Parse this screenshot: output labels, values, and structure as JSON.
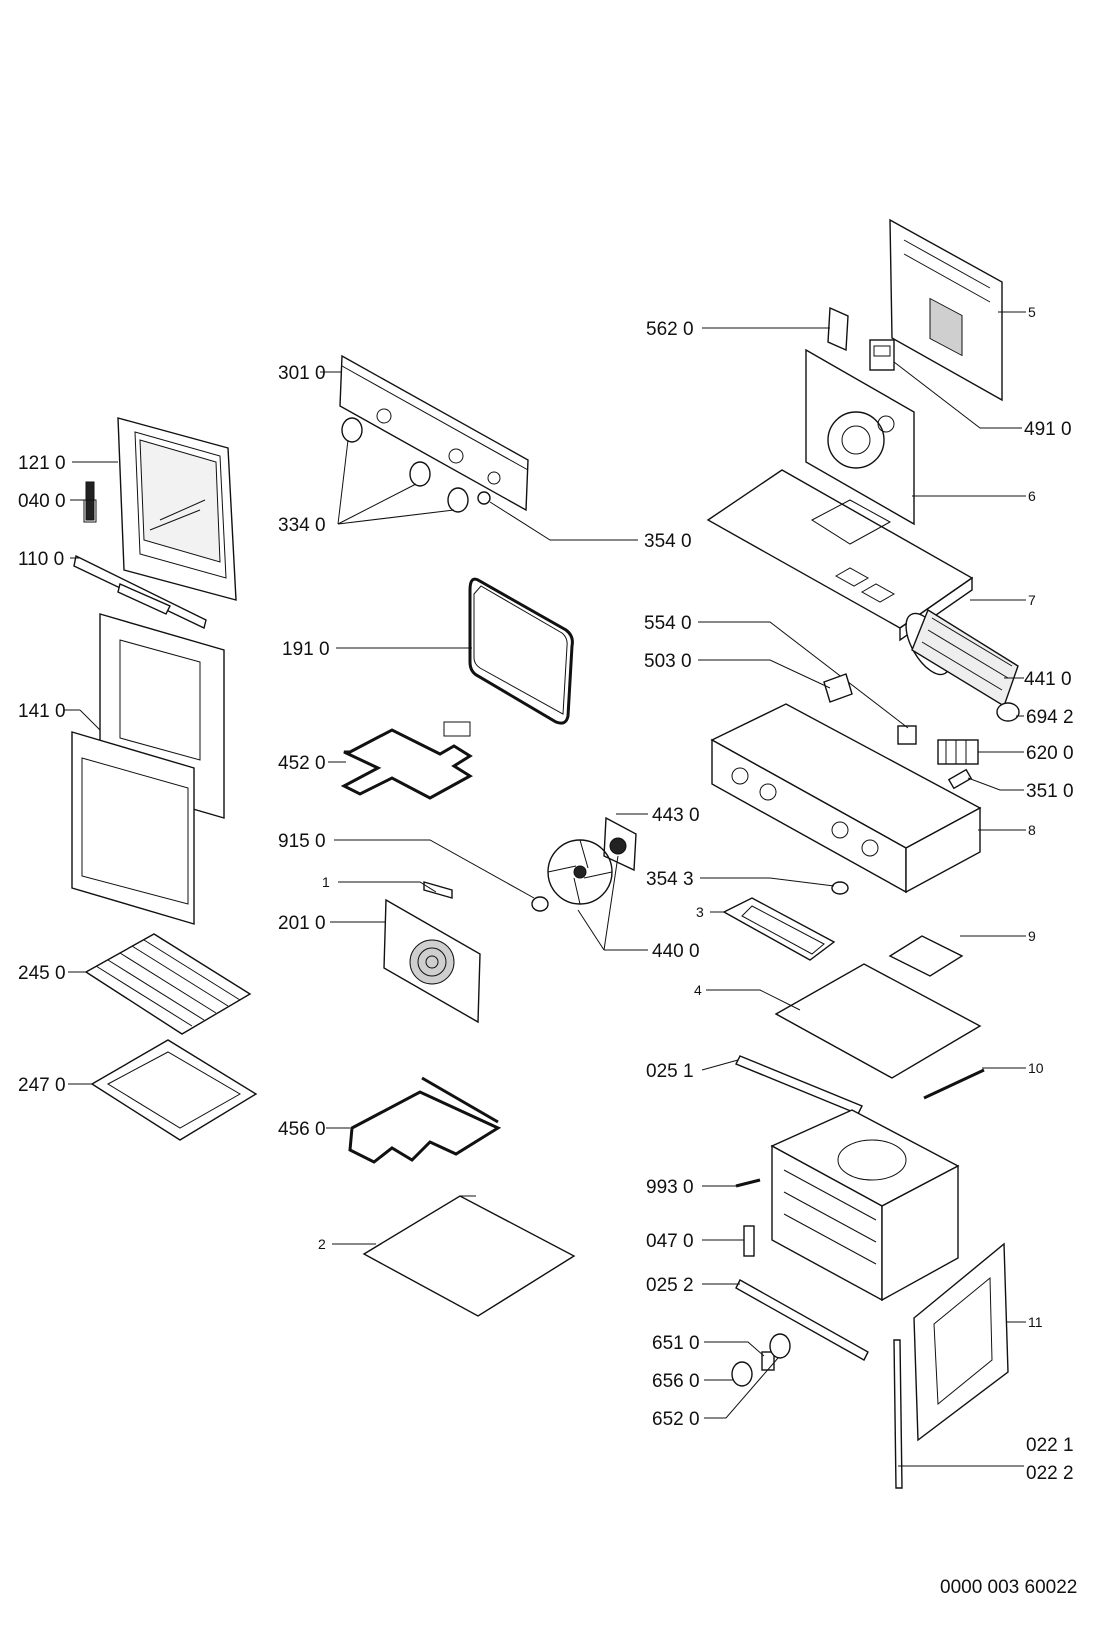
{
  "diagram": {
    "drawing_number": "0000 003 60022",
    "labels": {
      "p301": "301 0",
      "p121": "121 0",
      "p040": "040 0",
      "p334": "334 0",
      "p354": "354 0",
      "p110": "110 0",
      "p191": "191 0",
      "p141": "141 0",
      "p452": "452 0",
      "p915": "915 0",
      "p1": "1",
      "p201": "201 0",
      "p245": "245 0",
      "p247": "247 0",
      "p456": "456 0",
      "p2": "2",
      "p562": "562 0",
      "p5": "5",
      "p491": "491 0",
      "p6": "6",
      "p7": "7",
      "p554": "554 0",
      "p503": "503 0",
      "p441": "441 0",
      "p694": "694 2",
      "p620": "620 0",
      "p351": "351 0",
      "p8": "8",
      "p443": "443 0",
      "p3543": "354 3",
      "p3": "3",
      "p440": "440 0",
      "p9": "9",
      "p4": "4",
      "p0251": "025 1",
      "p10": "10",
      "p993": "993 0",
      "p047": "047 0",
      "p0252": "025 2",
      "p11": "11",
      "p651": "651 0",
      "p656": "656 0",
      "p652": "652 0",
      "p0221": "022 1",
      "p0222": "022 2"
    }
  }
}
